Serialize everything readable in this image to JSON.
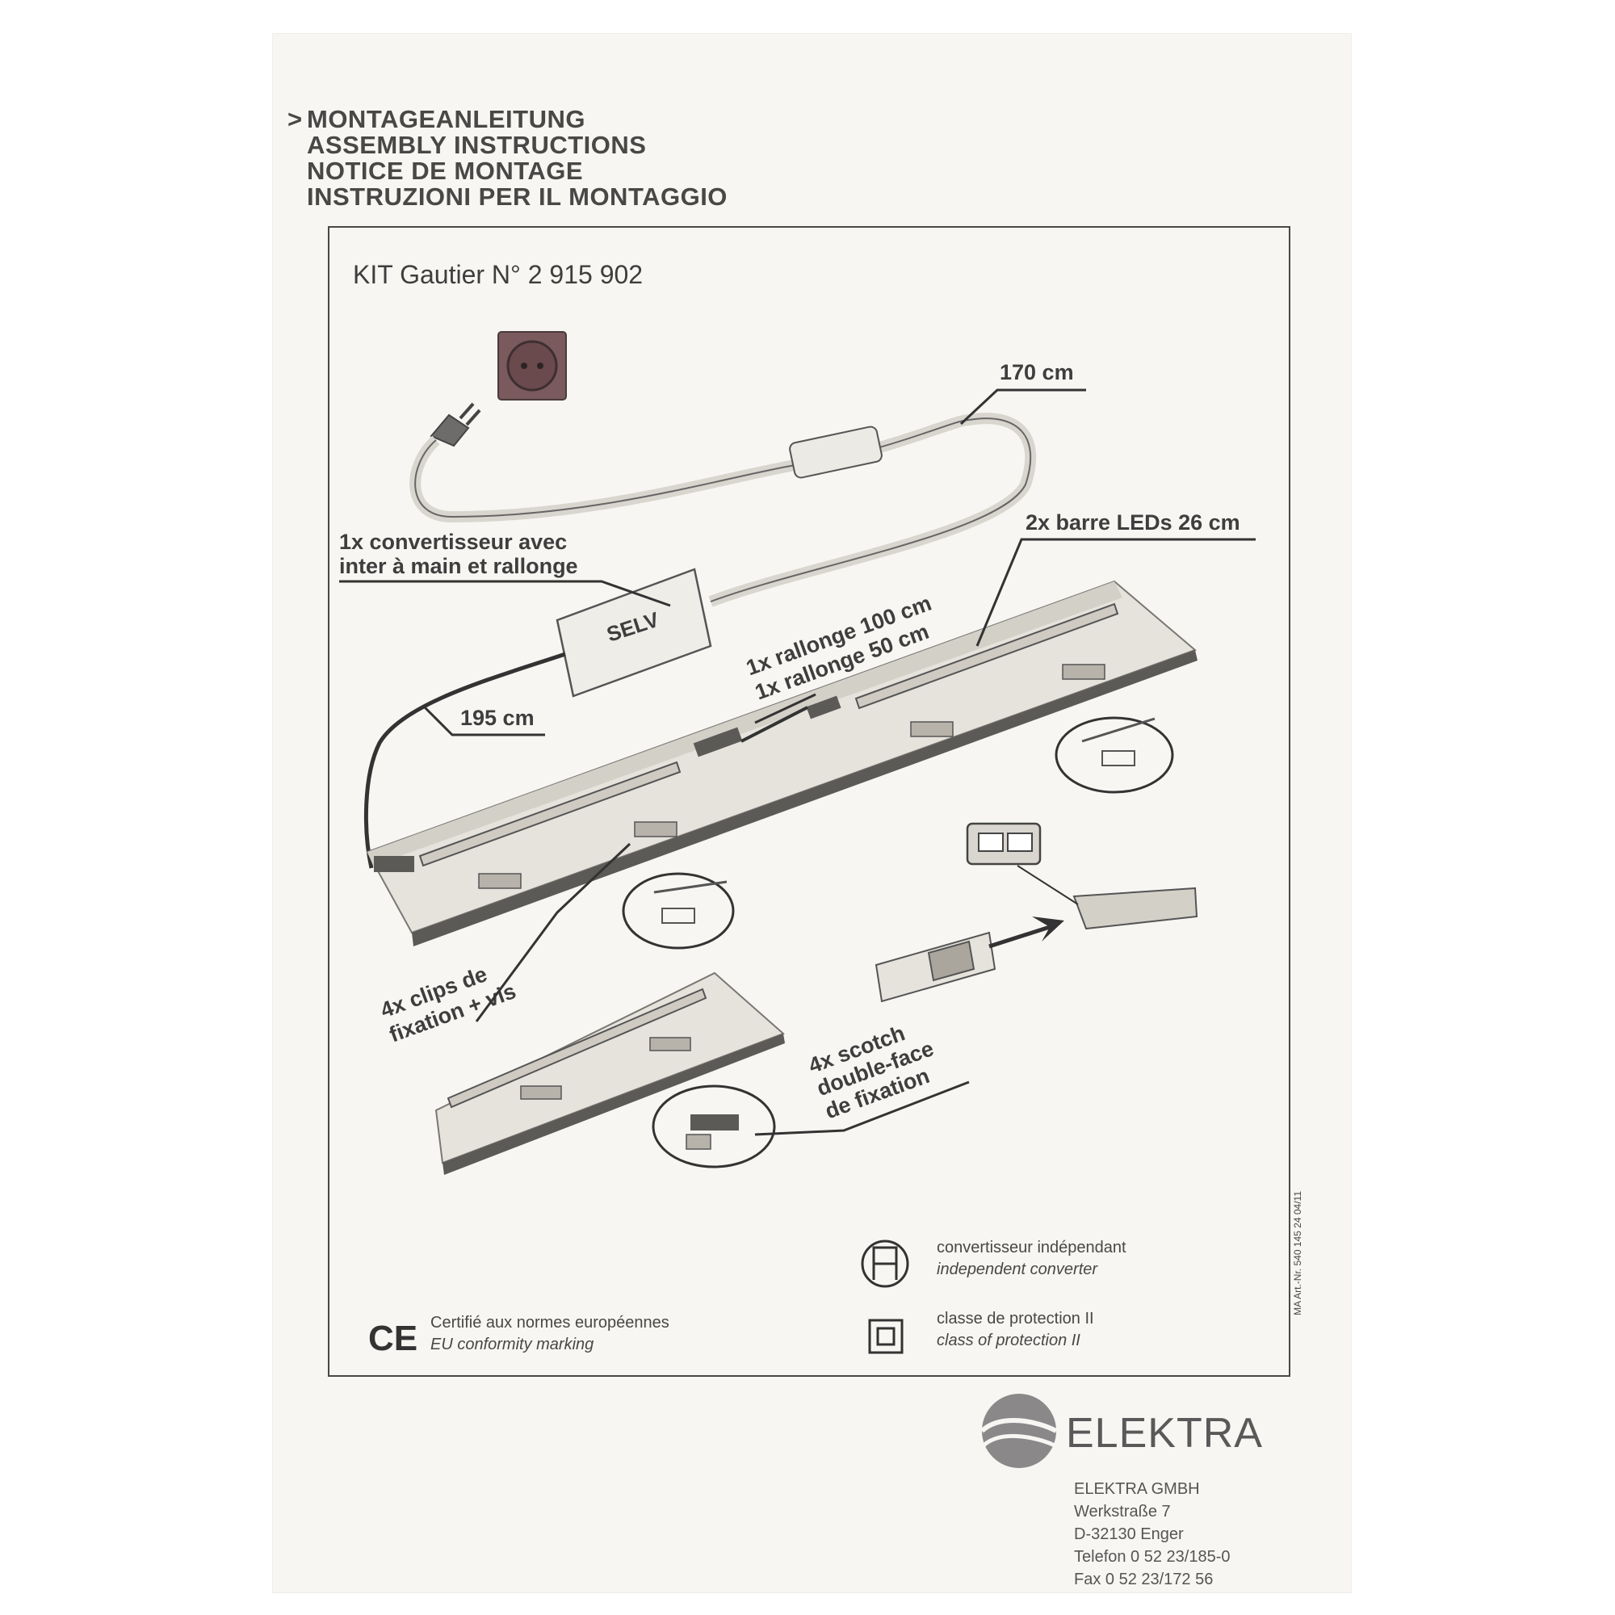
{
  "header": {
    "arrow": ">",
    "lines": [
      "MONTAGEANLEITUNG",
      "ASSEMBLY INSTRUCTIONS",
      "NOTICE DE MONTAGE",
      "INSTRUZIONI PER IL MONTAGGIO"
    ]
  },
  "kit_title": "KIT Gautier N° 2 915 902",
  "labels": {
    "cable_170": "170 cm",
    "converter_1": "1x convertisseur avec",
    "converter_2": "inter à main et rallonge",
    "selv": "SELV",
    "cable_195": "195 cm",
    "extension_1": "1x rallonge 100 cm",
    "extension_2": "1x rallonge 50 cm",
    "led_bars": "2x barre LEDs 26 cm",
    "clips_1": "4x clips de",
    "clips_2": "fixation + vis",
    "tape_1": "4x scotch",
    "tape_2": "double-face",
    "tape_3": "de fixation"
  },
  "legend": {
    "ce_fr": "Certifié aux normes européennes",
    "ce_en": "EU conformity marking",
    "conv_fr": "convertisseur indépendant",
    "conv_en": "independent converter",
    "class_fr": "classe de protection II",
    "class_en": "class of protection II",
    "ce_mark": "CE"
  },
  "side_code": "MA Art.-Nr. 540 145 24   04/11",
  "company": {
    "brand": "ELEKTRA",
    "address": [
      "ELEKTRA GMBH",
      "Werkstraße 7",
      "D-32130 Enger",
      "Telefon 0 52 23/185-0",
      "Fax 0 52 23/172 56"
    ]
  },
  "icons": [
    "wall-socket-icon",
    "plug-icon",
    "ce-mark-icon",
    "independent-converter-icon",
    "class-ii-icon",
    "elektra-logo-icon"
  ]
}
